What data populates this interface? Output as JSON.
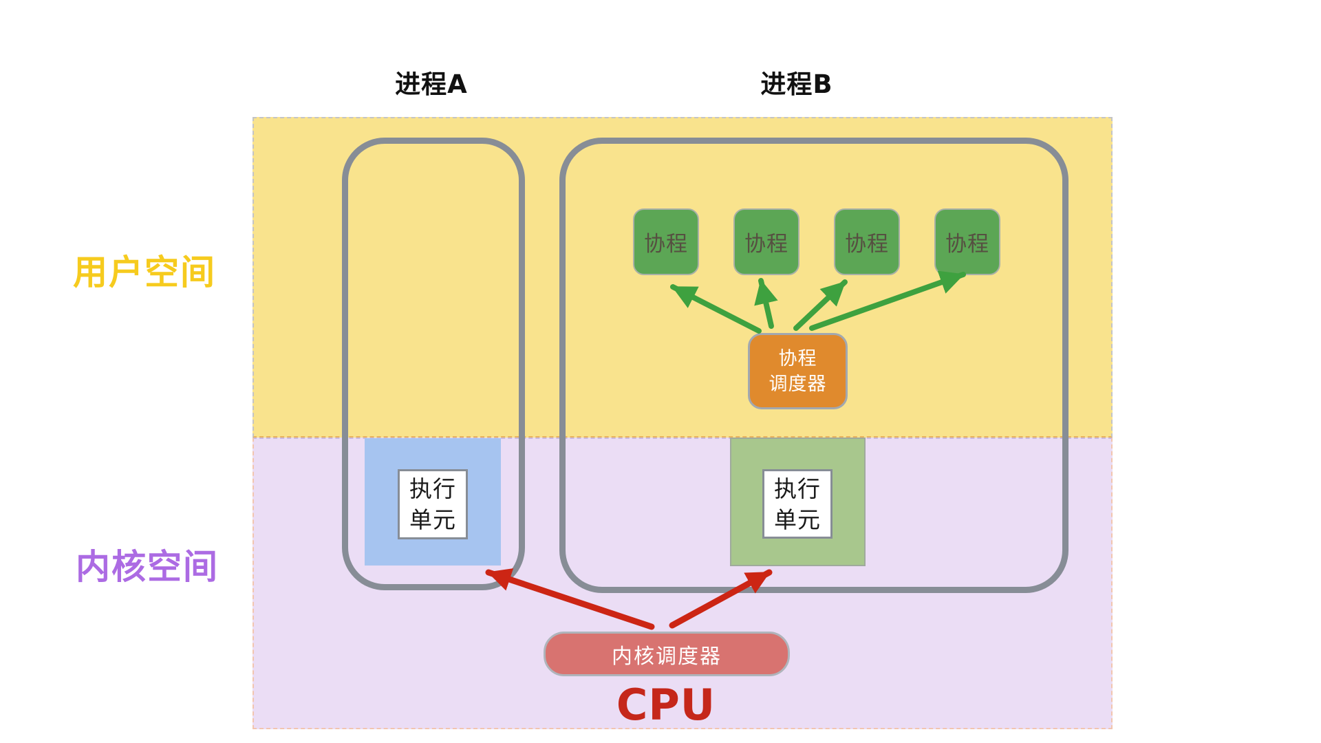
{
  "labels": {
    "process_a": "进程A",
    "process_b": "进程B",
    "user_space": "用户空间",
    "kernel_space": "内核空间",
    "cpu": "CPU"
  },
  "coroutines": [
    "协程",
    "协程",
    "协程",
    "协程"
  ],
  "coroutine_scheduler": {
    "line1": "协程",
    "line2": "调度器"
  },
  "exec_unit_a": {
    "line1": "执行",
    "line2": "单元"
  },
  "exec_unit_b": {
    "line1": "执行",
    "line2": "单元"
  },
  "kernel_scheduler": {
    "label": "内核调度器"
  },
  "colors": {
    "user_space_fill": "#F9E38D",
    "kernel_space_fill": "#EBDDF5",
    "user_space_label": "#F6CB1E",
    "kernel_space_label": "#AC6BE3",
    "process_border": "#878D96",
    "coroutine_fill": "#5CA655",
    "coroutine_arrow": "#3EA13F",
    "scheduler_orange": "#E08A2D",
    "exec_blue": "#A6C4F0",
    "exec_green": "#A8C78D",
    "kernel_scheduler_fill": "#D87370",
    "kernel_arrow": "#CC2514",
    "cpu_text": "#C5271A"
  }
}
